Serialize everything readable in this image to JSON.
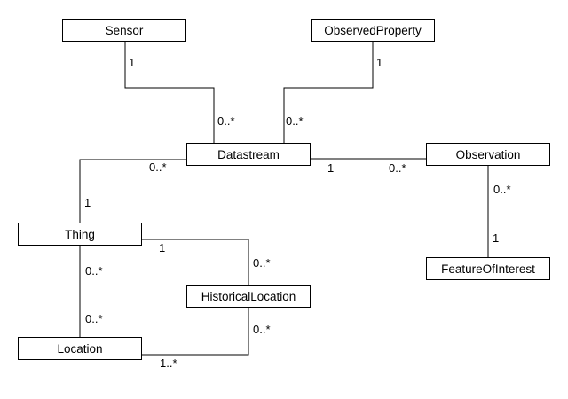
{
  "diagram": {
    "type": "uml-class-diagram",
    "entities": [
      {
        "id": "sensor",
        "label": "Sensor"
      },
      {
        "id": "observed-property",
        "label": "ObservedProperty"
      },
      {
        "id": "datastream",
        "label": "Datastream"
      },
      {
        "id": "observation",
        "label": "Observation"
      },
      {
        "id": "thing",
        "label": "Thing"
      },
      {
        "id": "historical-location",
        "label": "HistoricalLocation"
      },
      {
        "id": "location",
        "label": "Location"
      },
      {
        "id": "feature-of-interest",
        "label": "FeatureOfInterest"
      }
    ],
    "associations": [
      {
        "from": "Sensor",
        "to": "Datastream",
        "from_card": "1",
        "to_card": "0..*"
      },
      {
        "from": "ObservedProperty",
        "to": "Datastream",
        "from_card": "1",
        "to_card": "0..*"
      },
      {
        "from": "Thing",
        "to": "Datastream",
        "from_card": "1",
        "to_card": "0..*"
      },
      {
        "from": "Datastream",
        "to": "Observation",
        "from_card": "1",
        "to_card": "0..*"
      },
      {
        "from": "Observation",
        "to": "FeatureOfInterest",
        "from_card": "0..*",
        "to_card": "1"
      },
      {
        "from": "Thing",
        "to": "HistoricalLocation",
        "from_card": "1",
        "to_card": "0..*"
      },
      {
        "from": "Thing",
        "to": "Location",
        "from_card": "0..*",
        "to_card": "0..*"
      },
      {
        "from": "HistoricalLocation",
        "to": "Location",
        "from_card": "0..*",
        "to_card": "1..*"
      }
    ],
    "colors": {
      "background": "#ffffff",
      "stroke": "#000000",
      "text": "#000000"
    }
  }
}
